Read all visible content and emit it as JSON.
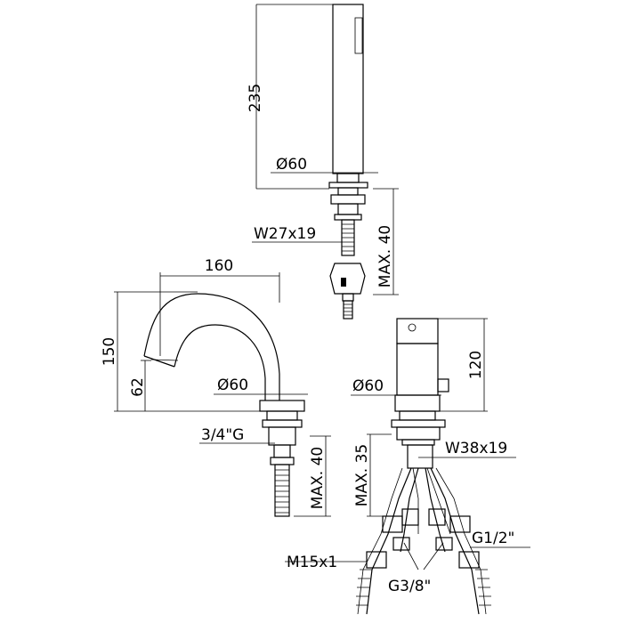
{
  "hand_shower": {
    "height": "235",
    "diameter": "Ø60",
    "thread": "W27x19",
    "max_depth": "MAX. 40"
  },
  "spout": {
    "projection": "160",
    "height": "150",
    "outlet_height": "62",
    "diameter": "Ø60",
    "thread": "3/4\"G",
    "max_depth": "MAX. 40"
  },
  "mixer": {
    "height": "120",
    "diameter": "Ø60",
    "max_depth": "MAX. 35",
    "thread": "W38x19",
    "connection_m": "M15x1",
    "connection_g38": "G3/8\"",
    "connection_g12": "G1/2\""
  },
  "colors": {
    "line": "#000000",
    "background": "#ffffff"
  }
}
